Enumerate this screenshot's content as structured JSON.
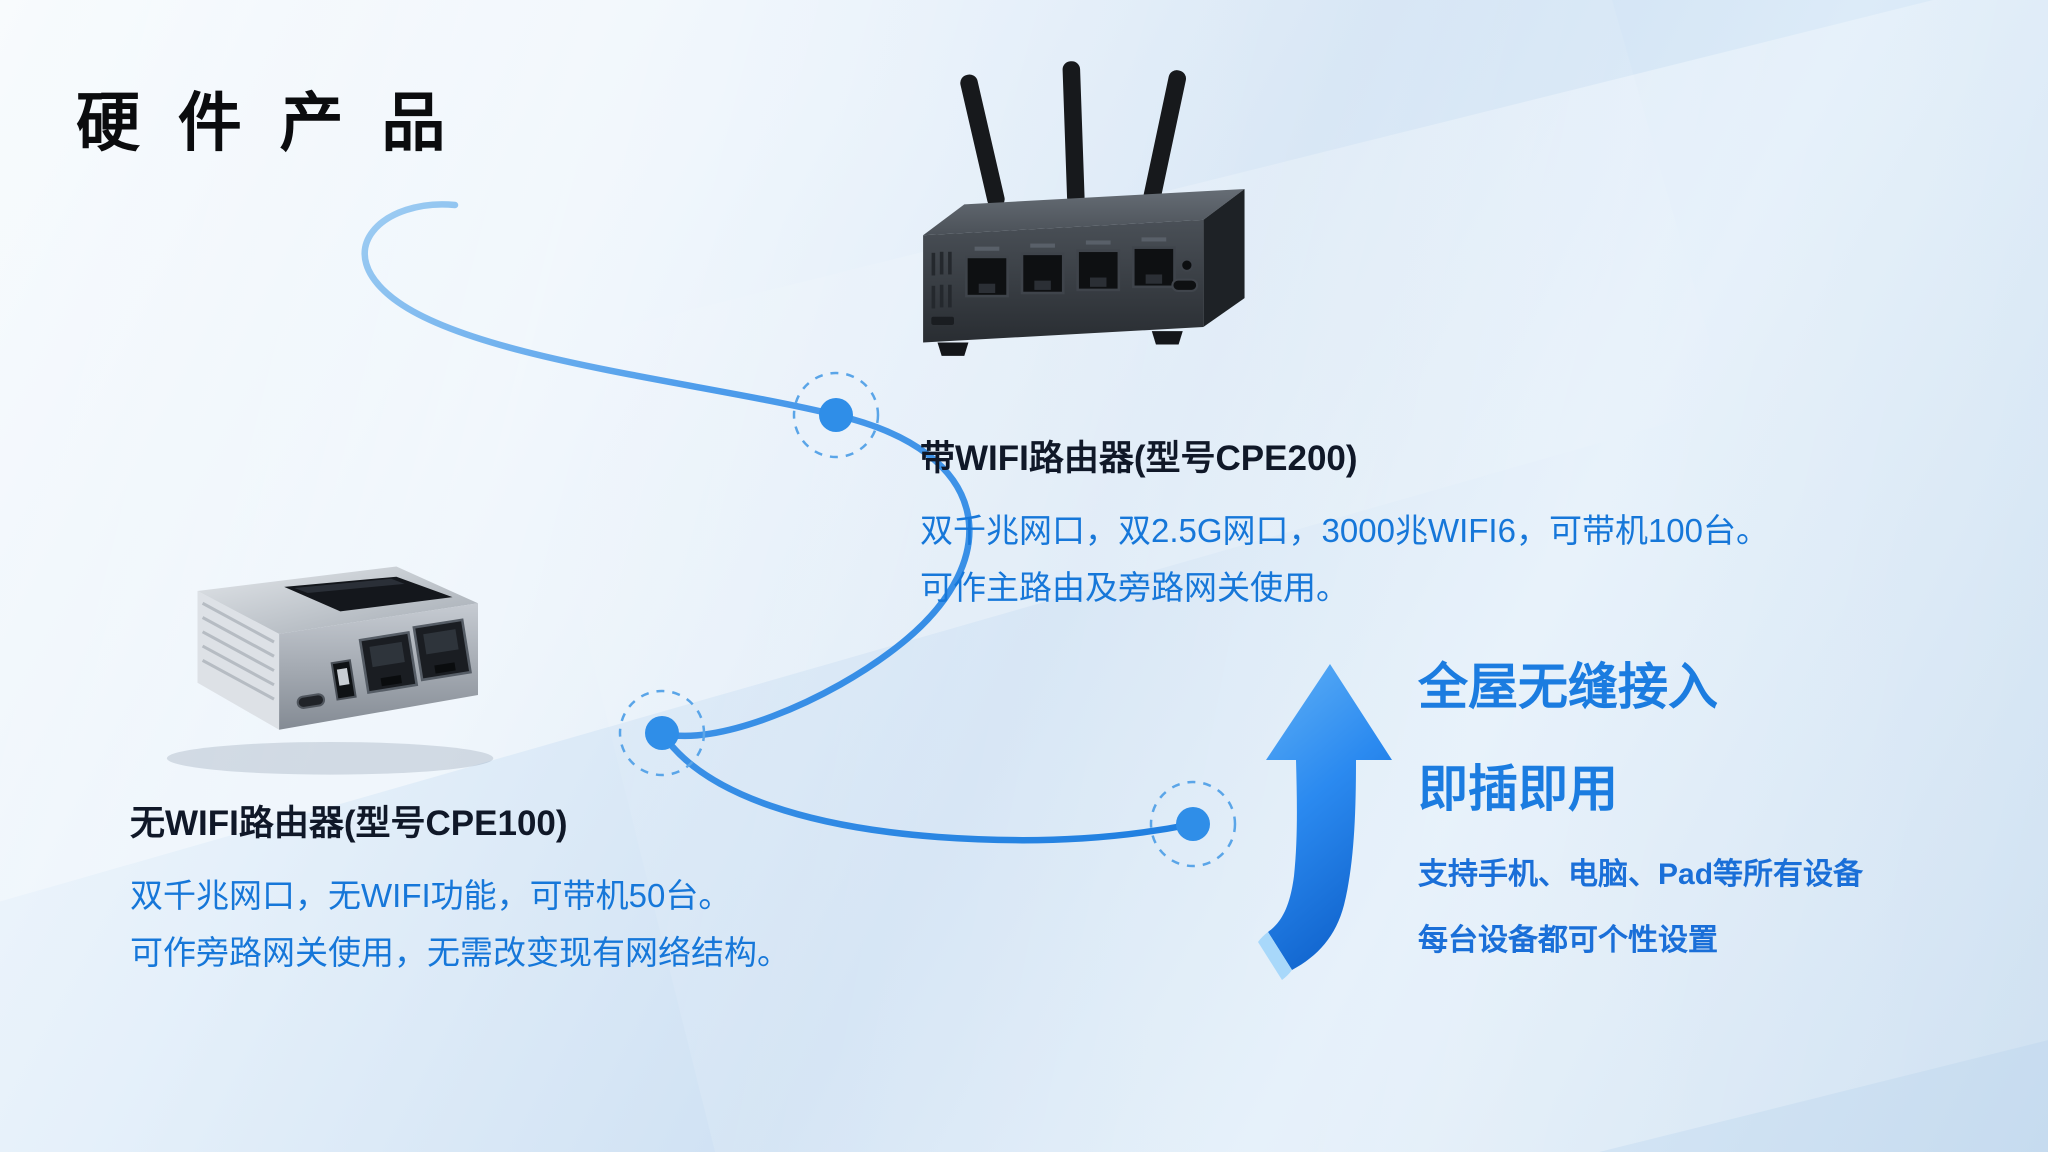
{
  "title": "硬 件 产 品",
  "products": {
    "cpe200": {
      "name": "带WIFI路由器(型号CPE200)",
      "spec1": "双千兆网口，双2.5G网口，3000兆WIFI6，可带机100台。",
      "spec2": "可作主路由及旁路网关使用。"
    },
    "cpe100": {
      "name": "无WIFI路由器(型号CPE100)",
      "spec1": "双千兆网口，无WIFI功能，可带机50台。",
      "spec2": "可作旁路网关使用，无需改变现有网络结构。"
    }
  },
  "benefits": {
    "headline1": "全屋无缝接入",
    "headline2": "即插即用",
    "detail1": "支持手机、电脑、Pad等所有设备",
    "detail2": "每台设备都可个性设置"
  },
  "colors": {
    "accent_blue": "#1b7ce0",
    "body_blue": "#1677d9",
    "connector_blue": "#2f8ee8",
    "heading_dark": "#101828",
    "title_black": "#0b0c0e"
  },
  "icons": {
    "cpe200_image": "router-with-three-antennas",
    "cpe100_image": "router-without-antennas",
    "arrow": "up-arrow",
    "connector": "curved-cable-line-with-dots"
  }
}
